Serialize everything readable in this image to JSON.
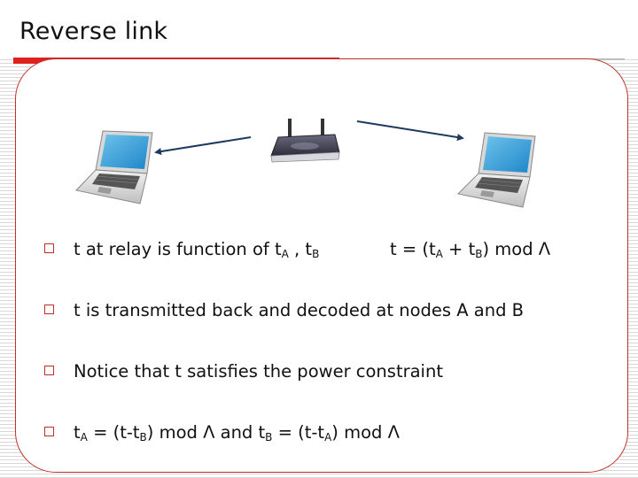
{
  "title": "Reverse link",
  "icons": {
    "left_laptop": "laptop-icon",
    "router": "wireless-router-icon",
    "right_laptop": "laptop-icon"
  },
  "colors": {
    "accent_red": "#e0201f",
    "frame": "#c0302a",
    "arrow": "#1e3a5f"
  },
  "bullets": [
    {
      "parts": [
        "t at relay is function of t",
        "A",
        " , t",
        "B"
      ]
    },
    {
      "text": "t is transmitted back and decoded at nodes A and B"
    },
    {
      "text": "Notice that t satisfies the power constraint"
    },
    {
      "parts": [
        "t",
        "A",
        " = (t-t",
        "B",
        ") mod Λ and t",
        "B",
        " = (t-t",
        "A",
        ") mod Λ"
      ]
    }
  ],
  "equation": {
    "parts": [
      "t = (t",
      "A",
      " + t",
      "B",
      ") mod Λ"
    ]
  }
}
